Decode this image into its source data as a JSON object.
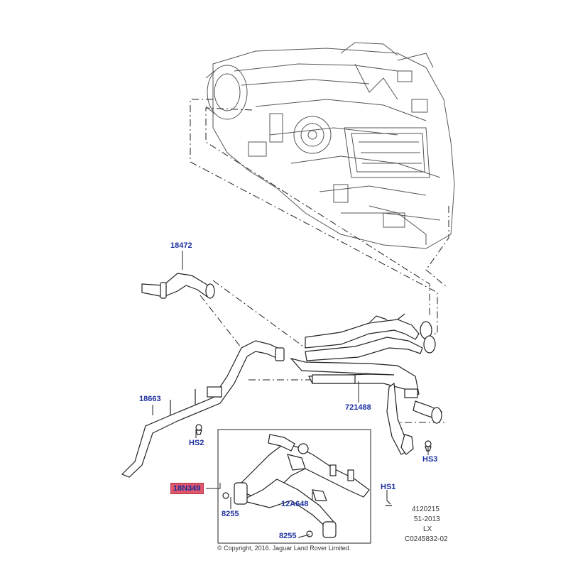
{
  "diagram": {
    "callouts": {
      "c18472": "18472",
      "c18663": "18663",
      "hs2": "HS2",
      "c721488": "721488",
      "hs3": "HS3",
      "c18n349": "18N349",
      "hs1": "HS1",
      "c12a648": "12A648",
      "c8255a": "8255",
      "c8255b": "8255"
    },
    "reference": {
      "line1": "4120215",
      "line2": "51-2013",
      "line3": "LX",
      "line4": "C0245832-02"
    },
    "copyright": "© Copyright, 2016. Jaguar Land Rover Limited."
  },
  "colors": {
    "callout_text": "#1a2f9e",
    "highlight": "#e0566a",
    "line": "#222222"
  }
}
